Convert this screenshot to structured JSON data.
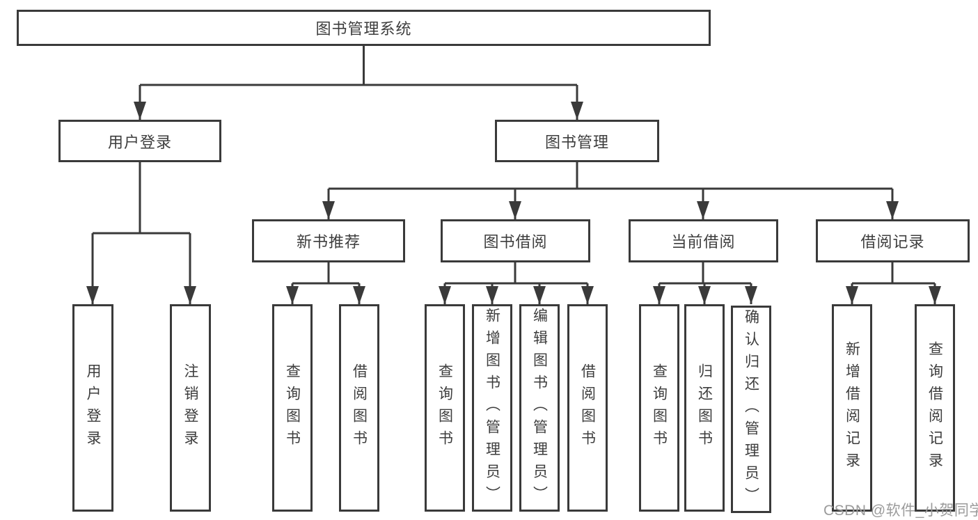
{
  "diagram": {
    "root": {
      "label": "图书管理系统"
    },
    "branches": [
      {
        "label": "用户登录",
        "children": [
          {
            "label": "用户登录"
          },
          {
            "label": "注销登录"
          }
        ]
      },
      {
        "label": "图书管理",
        "children": [
          {
            "label": "新书推荐",
            "children": [
              {
                "label": "查询图书"
              },
              {
                "label": "借阅图书"
              }
            ]
          },
          {
            "label": "图书借阅",
            "children": [
              {
                "label": "查询图书"
              },
              {
                "label": "新增图书（管理员）"
              },
              {
                "label": "编辑图书（管理员）"
              },
              {
                "label": "借阅图书"
              }
            ]
          },
          {
            "label": "当前借阅",
            "children": [
              {
                "label": "查询图书"
              },
              {
                "label": "归还图书"
              },
              {
                "label": "确认归还（管理员）"
              }
            ]
          },
          {
            "label": "借阅记录",
            "children": [
              {
                "label": "新增借阅记录"
              },
              {
                "label": "查询借阅记录"
              }
            ]
          }
        ]
      }
    ],
    "watermark": {
      "text": "CSDN @软件_小贺同学"
    },
    "colors": {
      "line": "#3a3a3a",
      "box_border": "#3a3a3a",
      "box_background": "#ffffff",
      "text": "#3d3d3d",
      "watermark": "#9b9b9b",
      "page_background": "#ffffff"
    }
  }
}
